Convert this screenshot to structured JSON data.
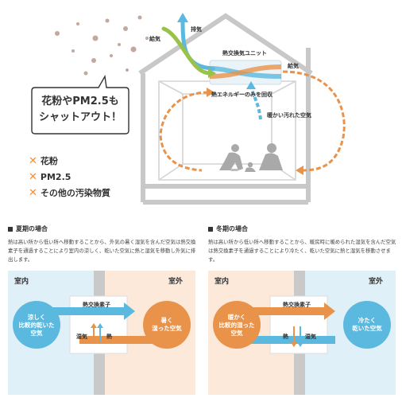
{
  "house": {
    "supply_air_top": "給気",
    "exhaust_air_top": "排気",
    "unit_label": "熱交換気ユニット",
    "supply_air_right": "給気",
    "heat_recovery": "熱エネルギーのみを回収",
    "warm_dirty_air": "暖かい汚れた空気"
  },
  "bubble": {
    "line1": "花粉やPM2.5も",
    "line2": "シャットアウト！"
  },
  "pollutants": [
    {
      "label": "花粉"
    },
    {
      "label": "PM2.5"
    },
    {
      "label": "その他の汚染物質"
    }
  ],
  "summer": {
    "title": "夏期の場合",
    "description": "熱は高い所から低い所へ移動することから、外気の暑く湿気を含んだ空気は熱交換素子を通過することにより室内の涼しく、乾いた空気に熱と湿気を移動し外気に排出します。",
    "indoor": "室内",
    "outdoor": "室外",
    "element": "熱交換素子",
    "left_circle": "涼しく\n比較的乾いた\n空気",
    "right_circle": "暑く\n湿った空気",
    "moisture": "湿気",
    "heat": "熱"
  },
  "winter": {
    "title": "冬期の場合",
    "description": "熱は高い所から低い所へ移動することから、暖房時に暖められた湿気を含んだ空気は熱交換素子を通過することにより冷たく、乾いた空気に熱と湿気を移動させます。",
    "indoor": "室内",
    "outdoor": "室外",
    "element": "熱交換素子",
    "left_circle": "暖かく\n比較的湿った\n空気",
    "right_circle": "冷たく\n乾いた空気",
    "heat": "熱",
    "moisture": "湿気"
  },
  "colors": {
    "orange": "#e8924a",
    "blue": "#5bb8de",
    "green": "#9ac24a",
    "peach": "#fde9da",
    "lightblue": "#dff0f8"
  },
  "icons": [
    "dust-particle-icon",
    "speech-bubble-icon",
    "x-mark-icon",
    "family-silhouette-icon",
    "ventilation-unit-icon"
  ]
}
